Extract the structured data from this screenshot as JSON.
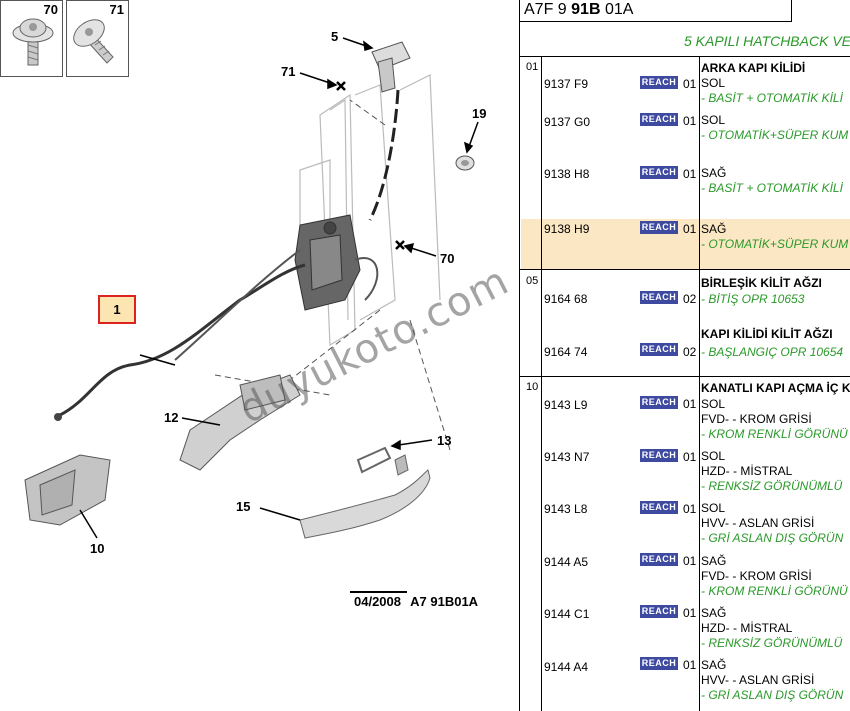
{
  "diagram": {
    "thumbnails": [
      {
        "num": "70"
      },
      {
        "num": "71"
      }
    ],
    "callouts": [
      "5",
      "71",
      "19",
      "70",
      "1",
      "12",
      "13",
      "15",
      "10"
    ],
    "drawing_date": "04/2008",
    "drawing_ref": "A7 91B01A",
    "watermark": "duyukoto.com"
  },
  "panel": {
    "title_pre": "A7F 9 ",
    "title_bold": "91B",
    "title_post": " 01A",
    "subtitle": "5 KAPILI HATCHBACK VE",
    "groups": [
      {
        "num": "01",
        "name": "ARKA KAPI KİLİDİ",
        "items": [
          {
            "pn": "9137 F9",
            "reach": "REACH",
            "qty": "01",
            "side": "SOL",
            "lines": [],
            "note": "- BASİT + OTOMATİK KİLİ"
          },
          {
            "pn": "9137 G0",
            "reach": "REACH",
            "qty": "01",
            "side": "SOL",
            "lines": [],
            "note": "- OTOMATİK+SÜPER KUM"
          },
          {
            "pn": "9138 H8",
            "reach": "REACH",
            "qty": "01",
            "side": "SAĞ",
            "lines": [],
            "note": "- BASİT + OTOMATİK KİLİ"
          },
          {
            "pn": "9138 H9",
            "reach": "REACH",
            "qty": "01",
            "side": "SAĞ",
            "lines": [],
            "note": "- OTOMATİK+SÜPER KUM"
          }
        ]
      },
      {
        "num": "05",
        "name": "BİRLEŞİK KİLİT AĞZI",
        "items": [
          {
            "pn": "9164 68",
            "reach": "REACH",
            "qty": "02",
            "side": "",
            "lines": [],
            "note": "- BİTİŞ OPR 10653"
          },
          {
            "pn": "9164 74",
            "reach": "REACH",
            "qty": "02",
            "side": "",
            "heading": "KAPI KİLİDİ KİLİT AĞZI",
            "lines": [],
            "note": "- BAŞLANGIÇ OPR 10654"
          }
        ]
      },
      {
        "num": "10",
        "name": "KANATLI KAPI AÇMA İÇ K",
        "items": [
          {
            "pn": "9143 L9",
            "reach": "REACH",
            "qty": "01",
            "side": "SOL",
            "lines": [
              "FVD- - KROM GRİSİ"
            ],
            "note": "- KROM RENKLİ GÖRÜNÜ"
          },
          {
            "pn": "9143 N7",
            "reach": "REACH",
            "qty": "01",
            "side": "SOL",
            "lines": [
              "HZD- - MİSTRAL"
            ],
            "note": "- RENKSİZ GÖRÜNÜMLÜ"
          },
          {
            "pn": "9143 L8",
            "reach": "REACH",
            "qty": "01",
            "side": "SOL",
            "lines": [
              "HVV- - ASLAN GRİSİ"
            ],
            "note": "- GRİ ASLAN DIŞ GÖRÜN"
          },
          {
            "pn": "9144 A5",
            "reach": "REACH",
            "qty": "01",
            "side": "SAĞ",
            "lines": [
              "FVD- - KROM GRİSİ"
            ],
            "note": "- KROM RENKLİ GÖRÜNÜ"
          },
          {
            "pn": "9144 C1",
            "reach": "REACH",
            "qty": "01",
            "side": "SAĞ",
            "lines": [
              "HZD- - MİSTRAL"
            ],
            "note": "- RENKSİZ GÖRÜNÜMLÜ"
          },
          {
            "pn": "9144 A4",
            "reach": "REACH",
            "qty": "01",
            "side": "SAĞ",
            "lines": [
              "HVV- - ASLAN GRİSİ"
            ],
            "note": "- GRİ ASLAN DIŞ GÖRÜN"
          }
        ]
      }
    ]
  }
}
